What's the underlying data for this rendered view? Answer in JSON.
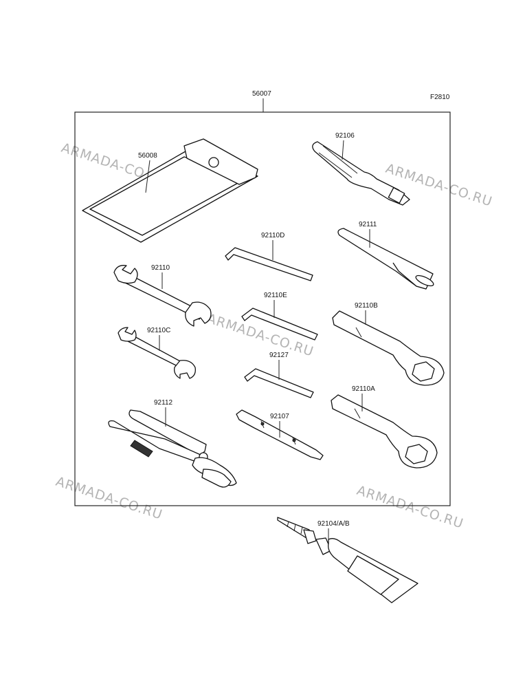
{
  "figure_code": "F2810",
  "kit_label": "56007",
  "watermark": "ARMADA-CO.RU",
  "parts": {
    "pouch": "56008",
    "screwdriver_handle": "92106",
    "hex_d": "92110D",
    "extension_bar": "92111",
    "wrench_92110": "92110",
    "hex_e": "92110E",
    "box_wrench_b": "92110B",
    "wrench_c": "92110C",
    "hex_92127": "92127",
    "pliers": "92112",
    "screwdriver_bit": "92107",
    "box_wrench_a": "92110A",
    "grease_tube": "92104/A/B"
  }
}
